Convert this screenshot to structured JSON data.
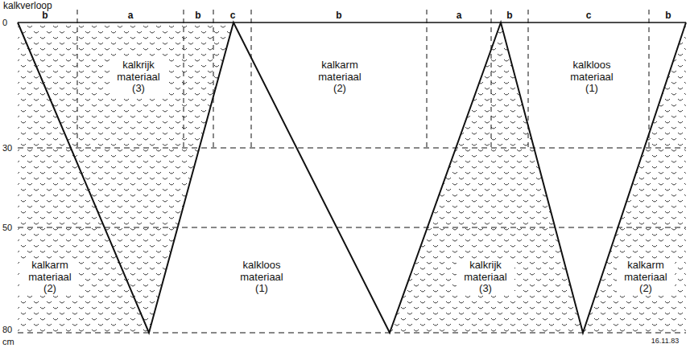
{
  "diagram": {
    "labels": [
      "kalkverloop",
      "b",
      "a",
      "b",
      "c",
      "b",
      "a",
      "b",
      "c",
      "b",
      "0",
      "30",
      "50",
      "80",
      "cm",
      "kalkrijk materiaal (3)",
      "kalkarm materiaal (2)",
      "kalkloos materiaal (1)",
      "kalkarm materiaal (2)",
      "kalkrijk materiaal (3)",
      "kalkloos materiaal (1)",
      "kalkarm materiaal (2)",
      "16.11.83"
    ]
  }
}
